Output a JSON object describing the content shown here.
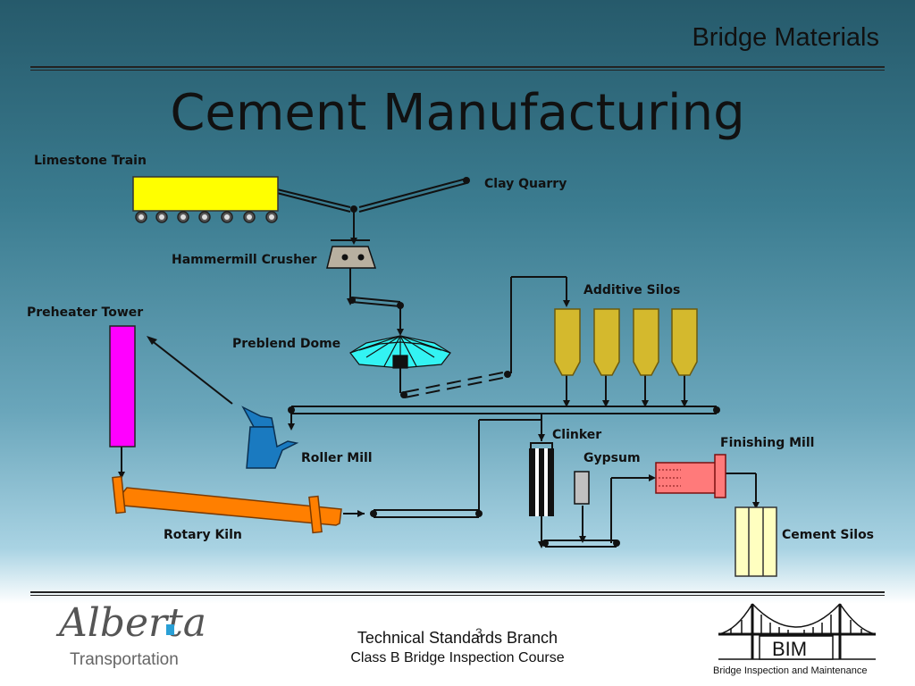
{
  "header": {
    "section": "Bridge Materials"
  },
  "slide": {
    "title": "Cement Manufacturing"
  },
  "labels": {
    "limestone_train": "Limestone Train",
    "clay_quarry": "Clay Quarry",
    "hammermill_crusher": "Hammermill Crusher",
    "additive_silos": "Additive Silos",
    "preheater_tower": "Preheater Tower",
    "preblend_dome": "Preblend Dome",
    "roller_mill": "Roller Mill",
    "clinker": "Clinker",
    "gypsum": "Gypsum",
    "finishing_mill": "Finishing Mill",
    "rotary_kiln": "Rotary Kiln",
    "cement_silos": "Cement Silos"
  },
  "colors": {
    "train": "#ffff00",
    "dome": "#33f3f3",
    "preheater": "#ff00ff",
    "kiln": "#ff7f00",
    "roller_mill": "#1a7ac0",
    "silos": "#d4b92d",
    "finishing_mill": "#ff7a7a",
    "cement_silos": "#ffffc0"
  },
  "footer": {
    "page_number": "3",
    "branch": "Technical Standards Branch",
    "course": "Class B Bridge Inspection Course"
  },
  "logo": {
    "brand": "Alberta",
    "subtitle": "Transportation"
  },
  "bim": {
    "acronym": "BIM",
    "full": "Bridge Inspection and Maintenance"
  }
}
